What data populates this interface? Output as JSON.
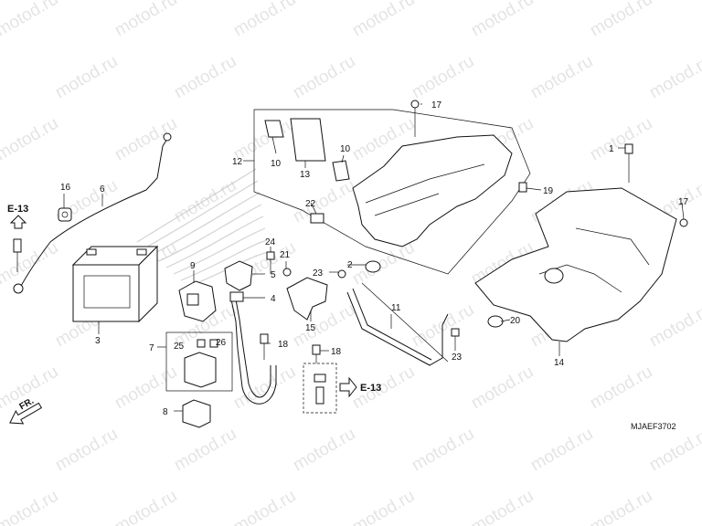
{
  "watermark_text": "motod.ru",
  "diagram_code": "MJAEF3702",
  "fr_label": "FR.",
  "ref_labels": {
    "left": "E-13",
    "right": "E-13"
  },
  "parts": {
    "p1": "1",
    "p2": "2",
    "p3": "3",
    "p4": "4",
    "p5": "5",
    "p6": "6",
    "p7": "7",
    "p8": "8",
    "p9": "9",
    "p10a": "10",
    "p10b": "10",
    "p11": "11",
    "p12": "12",
    "p13": "13",
    "p14": "14",
    "p15": "15",
    "p16": "16",
    "p17a": "17",
    "p17b": "17",
    "p18a": "18",
    "p18b": "18",
    "p19": "19",
    "p20": "20",
    "p21": "21",
    "p22": "22",
    "p23a": "23",
    "p23b": "23",
    "p24": "24",
    "p25": "25",
    "p26": "26"
  },
  "colors": {
    "line": "#111111",
    "watermark": "#cfcfcf",
    "wing_logo": "#c8c8c8"
  }
}
